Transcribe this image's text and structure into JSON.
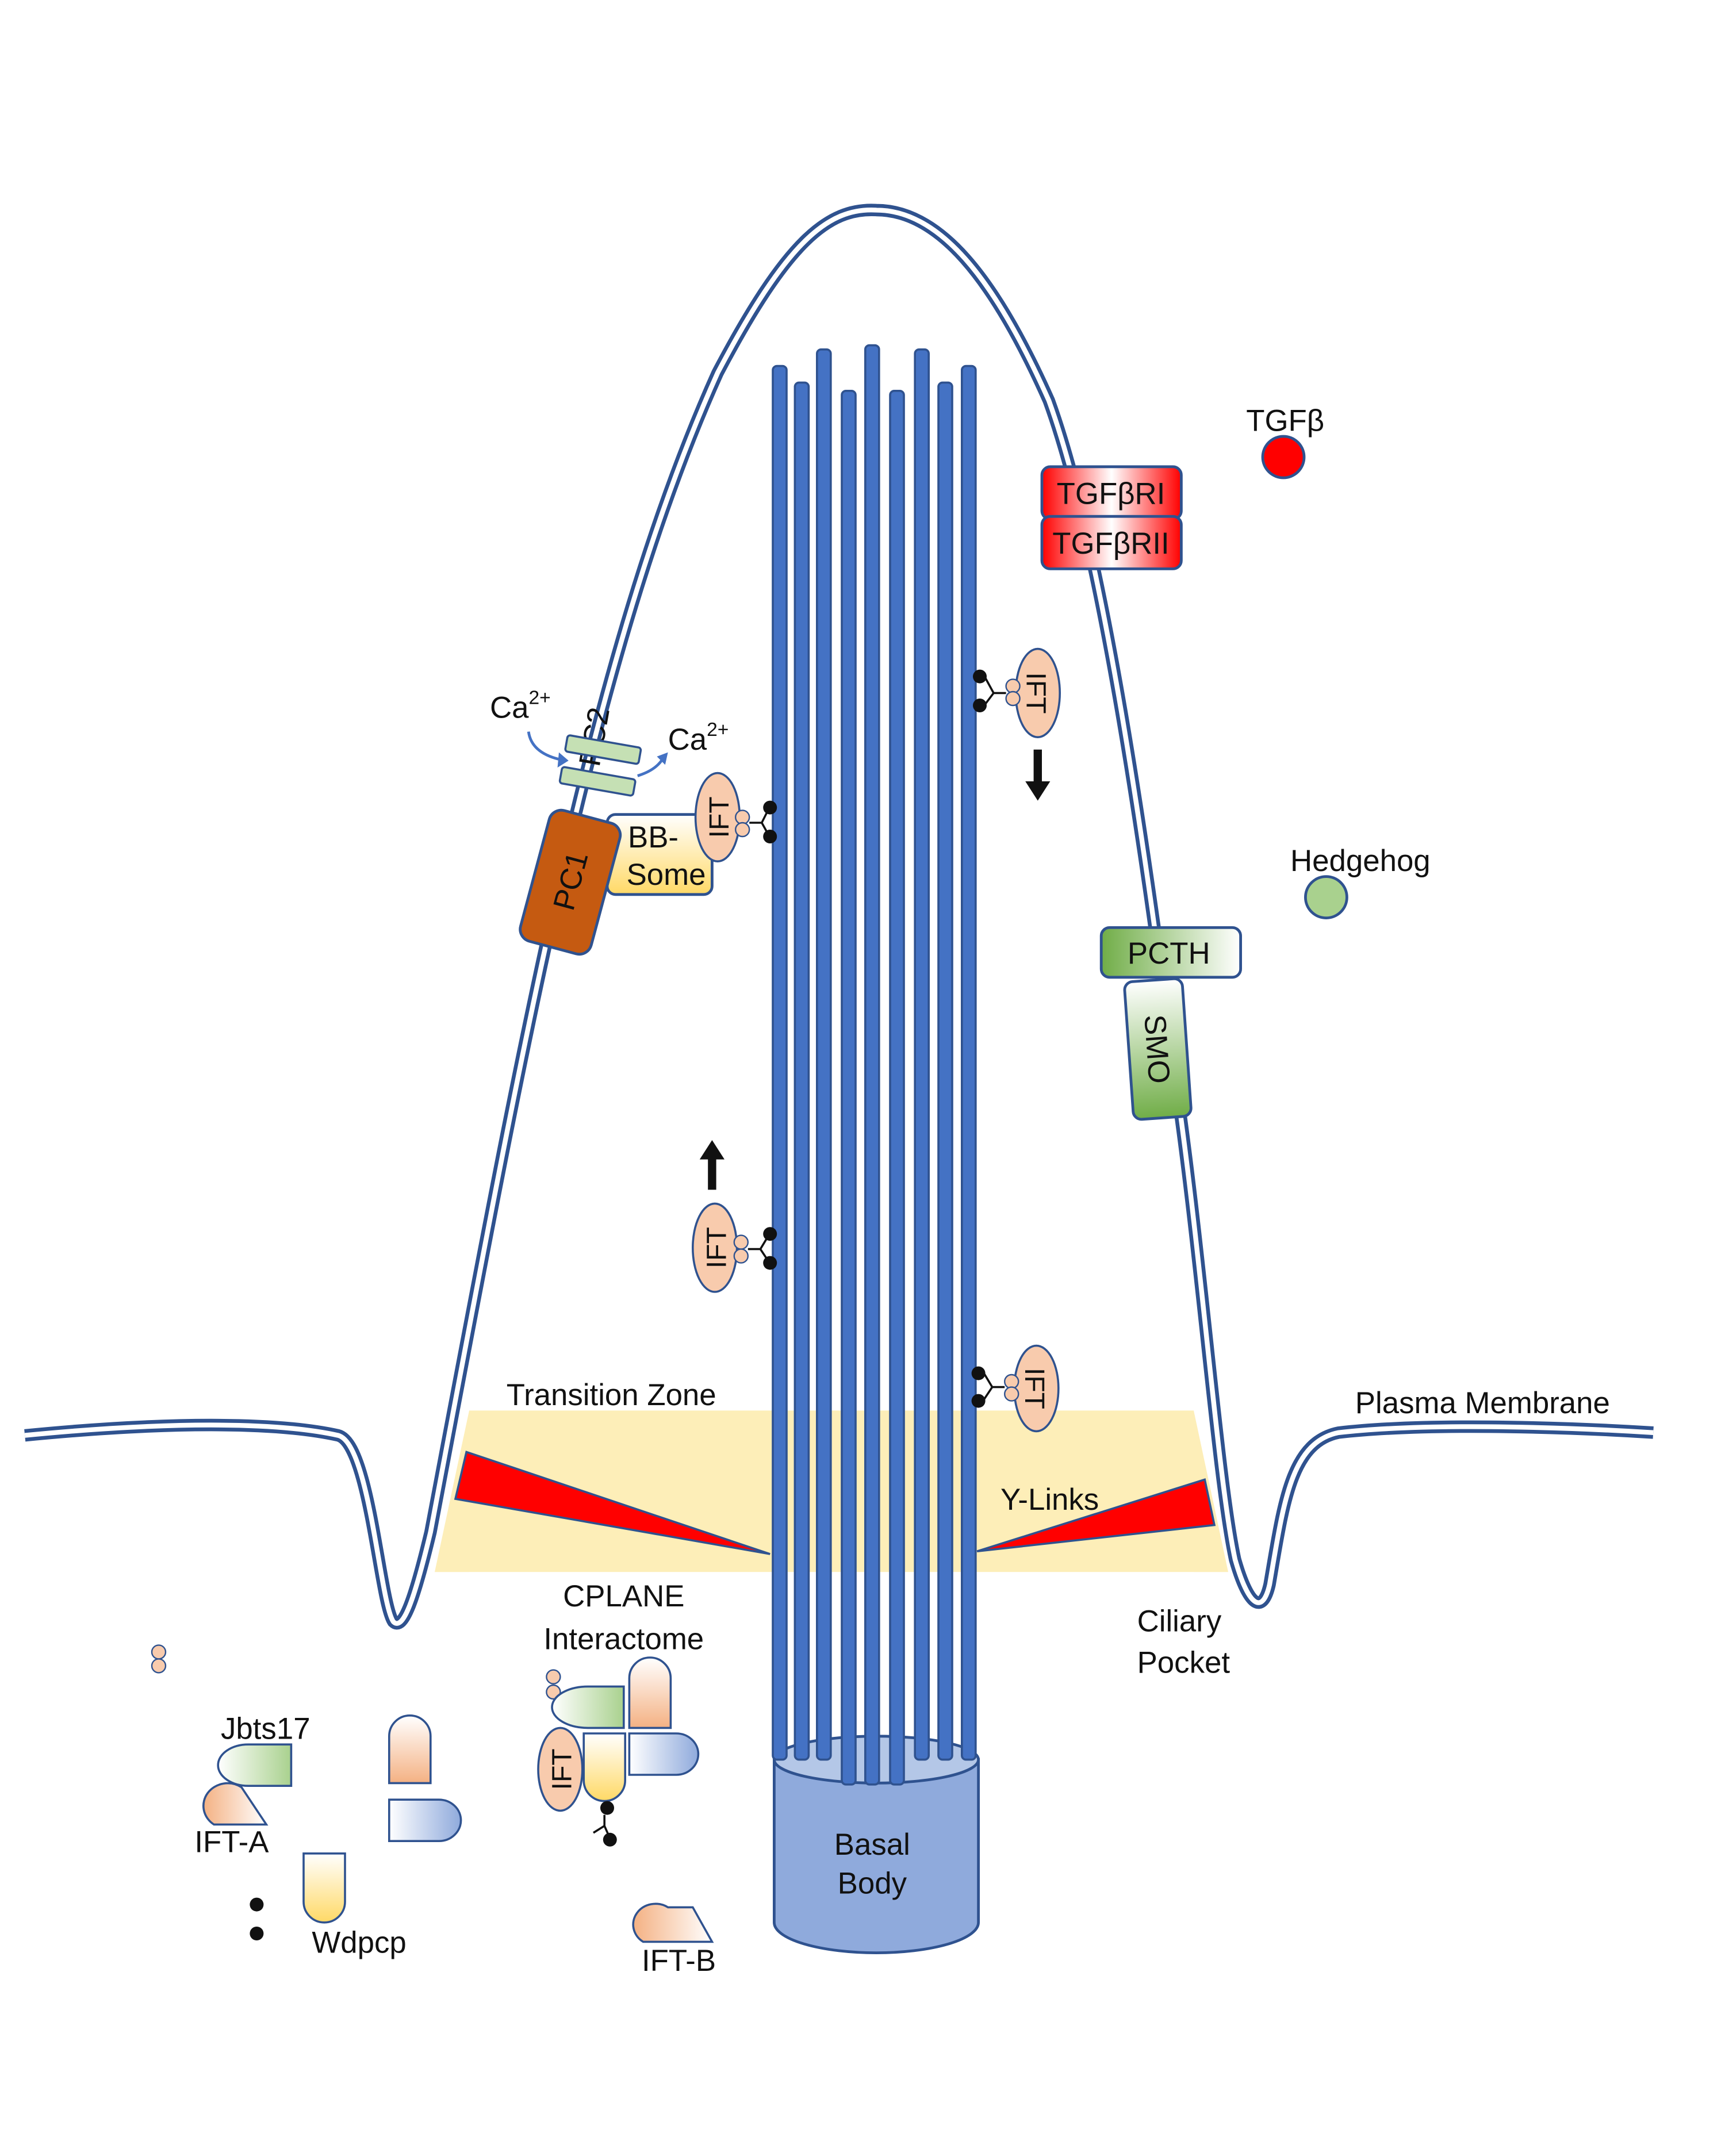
{
  "labels": {
    "tgfb": "TGFβ",
    "tgfbr1": "TGFβRI",
    "tgfbr2": "TGFβRII",
    "ca_left": "Ca",
    "ca_right": "Ca",
    "ca_sup": "2+",
    "pc2": "PC2",
    "pc1": "PC1",
    "bbsome_line1": "BB-",
    "bbsome_line2": "Some",
    "ift": "IFT",
    "hedgehog": "Hedgehog",
    "pcth": "PCTH",
    "smo": "SMO",
    "transition_zone": "Transition Zone",
    "plasma_membrane": "Plasma Membrane",
    "y_links": "Y-Links",
    "cplane_line1": "CPLANE",
    "cplane_line2": "Interactome",
    "ciliary_pocket_line1": "Ciliary",
    "ciliary_pocket_line2": "Pocket",
    "jbts17": "Jbts17",
    "ift_a": "IFT-A",
    "wdpcp": "Wdpcp",
    "ift_b": "IFT-B",
    "basal_body_line1": "Basal",
    "basal_body_line2": "Body"
  },
  "colors": {
    "microtubule": "#4472c4",
    "membrane": "#2f528f",
    "tgf_red": "#ff0000",
    "transition_zone": "#fdeeb8",
    "ift_orange": "#f7c6a6",
    "pc1_brown": "#c55a11",
    "green_light": "#a9d18e",
    "basal_body": "#8faadc"
  }
}
